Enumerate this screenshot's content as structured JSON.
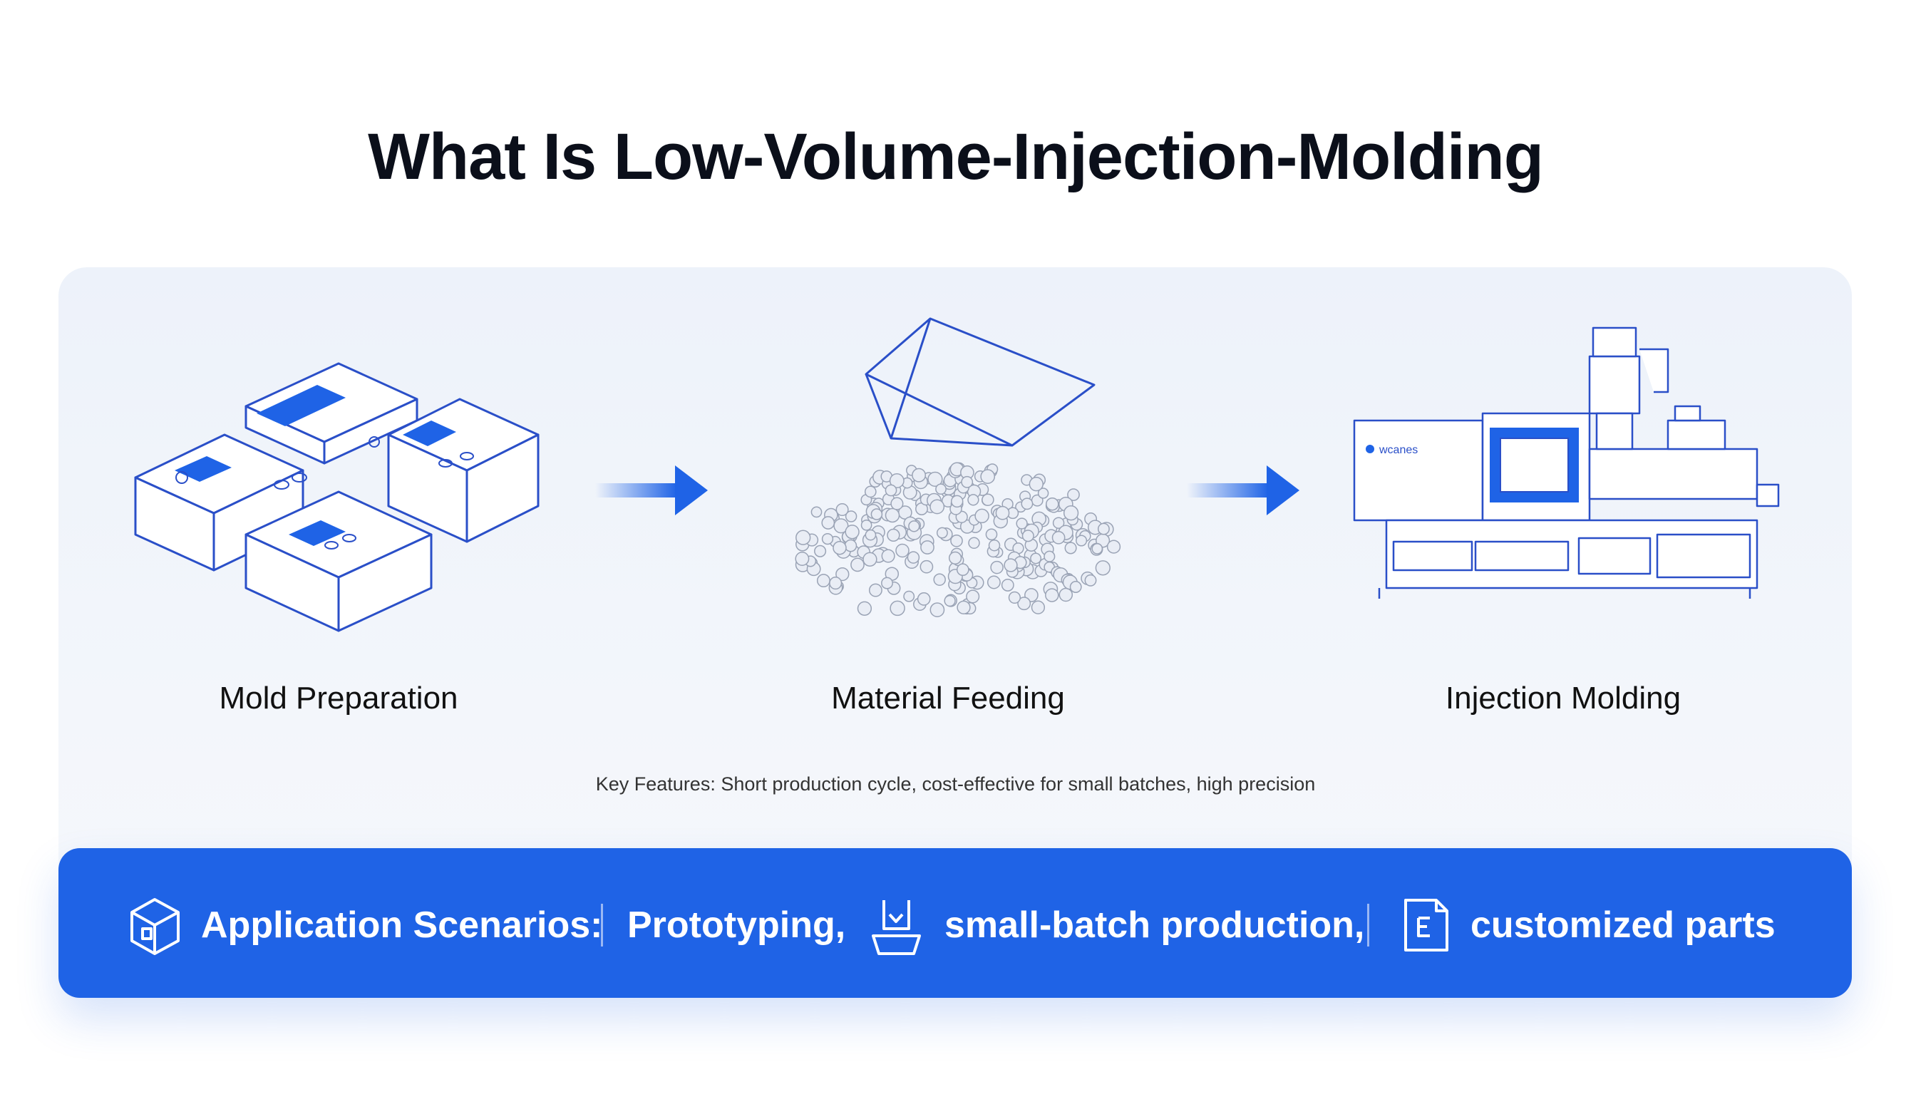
{
  "title": "What Is Low-Volume-Injection-Molding",
  "stages": [
    {
      "label": "Mold Preparation",
      "icon": "mold-icon"
    },
    {
      "label": "Material Feeding",
      "icon": "pellets-hopper-icon"
    },
    {
      "label": "Injection Molding",
      "icon": "injection-machine-icon"
    }
  ],
  "machine_brand": "wcanes",
  "features": "Key Features: Short production cycle, cost-effective for small batches, high precision",
  "band": {
    "heading": "Application Scenarios:",
    "items": [
      "Prototyping,",
      "small-batch production,",
      "customized parts"
    ],
    "icons": [
      "cube-icon",
      "tray-icon",
      "document-icon"
    ]
  },
  "colors": {
    "accent": "#1f63e6",
    "panel": "#eef3fa",
    "text": "#0b0f1a"
  }
}
